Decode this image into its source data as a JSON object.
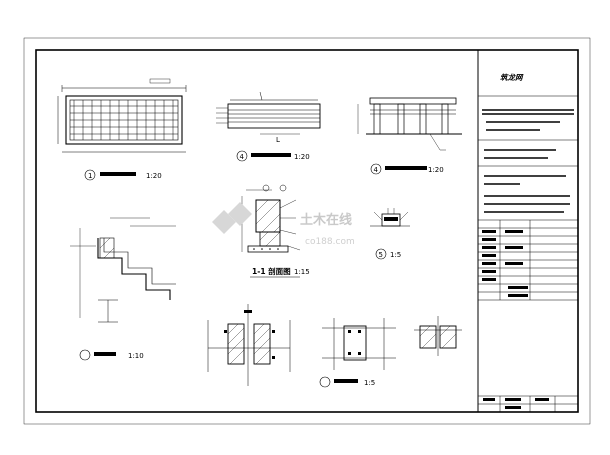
{
  "sheet": {
    "title_block_logo_text": "筑龙网"
  },
  "views": {
    "plan_scale": "1:20",
    "elevation_a_scale": "1:20",
    "elevation_b_scale": "1:20",
    "section_1_1_title": "1-1 剖面图",
    "section_1_1_scale": "1:15",
    "step_detail_scale": "1:10",
    "detail_5_scale": "1:5",
    "node_detail_scale": "1:5"
  },
  "watermark": {
    "main": "土木在线",
    "sub": "co188.com"
  },
  "colors": {
    "line": "#000000",
    "paper": "#ffffff",
    "watermark": "#c9c9c9"
  }
}
